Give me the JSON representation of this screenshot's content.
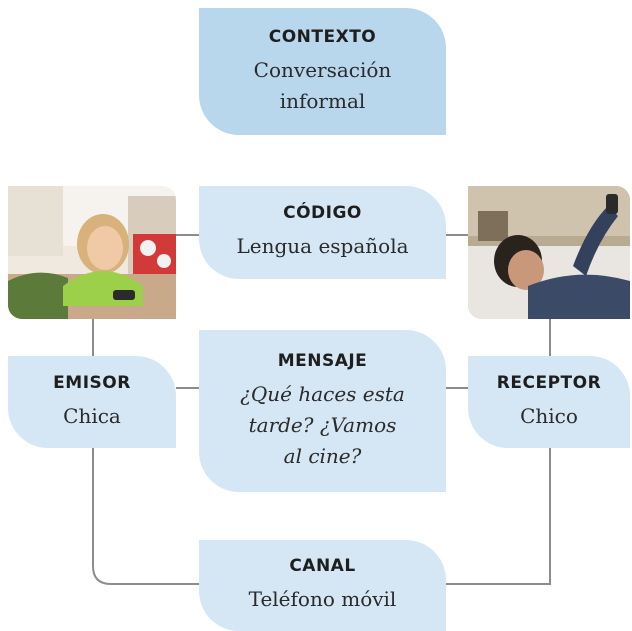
{
  "colors": {
    "box_fill": "#d5e7f4",
    "context_fill": "#b9d7ec",
    "connector": "#8c8c8c"
  },
  "contexto": {
    "title": "CONTEXTO",
    "lines": [
      "Conversación",
      "informal"
    ]
  },
  "codigo": {
    "title": "CÓDIGO",
    "text": "Lengua española"
  },
  "mensaje": {
    "title": "MENSAJE",
    "lines": [
      "¿Qué haces esta",
      "tarde? ¿Vamos",
      "al cine?"
    ]
  },
  "emisor": {
    "title": "EMISOR",
    "text": "Chica"
  },
  "receptor": {
    "title": "RECEPTOR",
    "text": "Chico"
  },
  "canal": {
    "title": "CANAL",
    "text": "Teléfono móvil"
  },
  "photos": {
    "left": "girl lying on floor using mobile phone",
    "right": "young man lying on sofa talking on phone"
  }
}
